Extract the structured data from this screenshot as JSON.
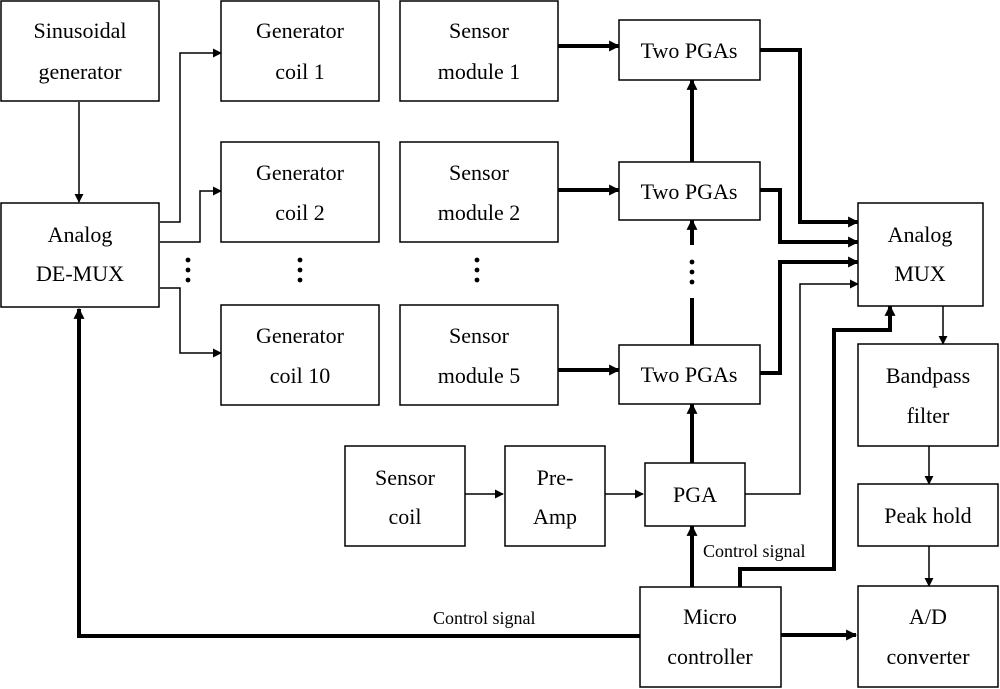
{
  "blocks": {
    "sinusoidal_generator": [
      "Sinusoidal",
      "generator"
    ],
    "analog_demux": [
      "Analog",
      "DE-MUX"
    ],
    "generator_coil_1": [
      "Generator",
      "coil 1"
    ],
    "generator_coil_2": [
      "Generator",
      "coil 2"
    ],
    "generator_coil_10": [
      "Generator",
      "coil 10"
    ],
    "sensor_module_1": [
      "Sensor",
      "module 1"
    ],
    "sensor_module_2": [
      "Sensor",
      "module 2"
    ],
    "sensor_module_5": [
      "Sensor",
      "module 5"
    ],
    "two_pgas_1": "Two PGAs",
    "two_pgas_2": "Two PGAs",
    "two_pgas_5": "Two PGAs",
    "analog_mux": [
      "Analog",
      "MUX"
    ],
    "bandpass_filter": [
      "Bandpass",
      "filter"
    ],
    "peak_hold": "Peak hold",
    "ad_converter": [
      "A/D",
      "converter"
    ],
    "sensor_coil": [
      "Sensor",
      "coil"
    ],
    "pre_amp": [
      "Pre-",
      "Amp"
    ],
    "pga": "PGA",
    "micro_controller": [
      "Micro",
      "controller"
    ]
  },
  "signals": {
    "control_signal_top": "Control signal",
    "control_signal_bottom": "Control signal"
  }
}
